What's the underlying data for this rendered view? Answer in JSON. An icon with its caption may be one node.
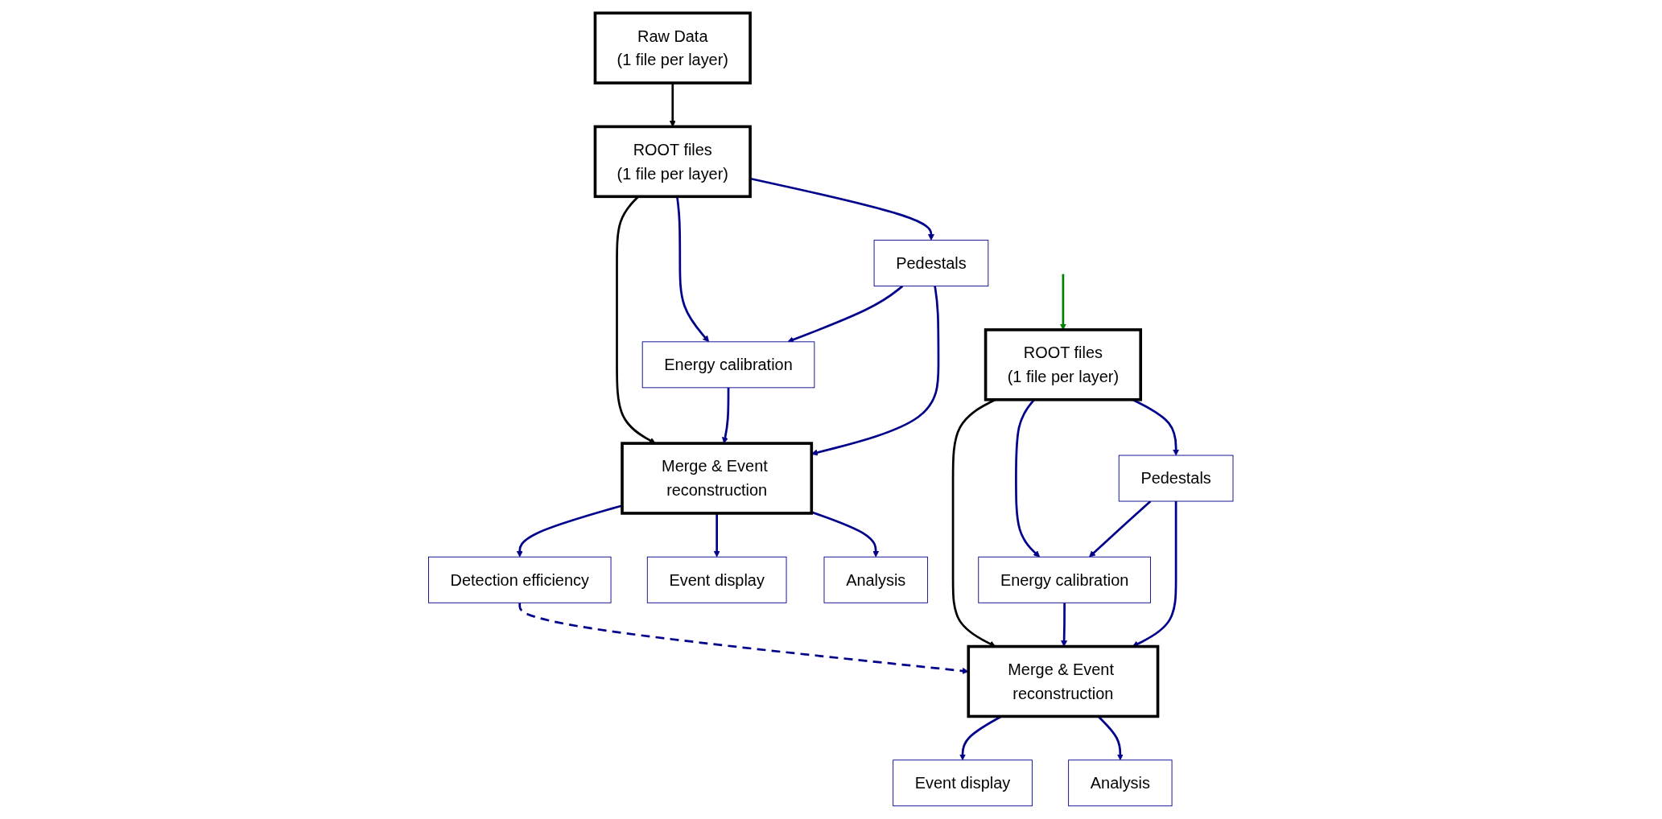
{
  "diagram": {
    "nodes": [
      {
        "text": [
          "Raw Data",
          "(1 file per layer)"
        ]
      },
      {
        "text": [
          "ROOT files",
          "(1 file per layer)"
        ]
      },
      {
        "text": [
          "Pedestals"
        ]
      },
      {
        "text": [
          "Energy calibration"
        ]
      },
      {
        "text": [
          "Merge & Event reconstruction"
        ]
      },
      {
        "text": [
          "Detection efficiency"
        ]
      },
      {
        "text": [
          "Event display"
        ]
      },
      {
        "text": [
          "Analysis"
        ]
      },
      {
        "text": [
          "ROOT files",
          "(1 file per layer)"
        ]
      },
      {
        "text": [
          "Pedestals"
        ]
      },
      {
        "text": [
          "Energy calibration"
        ]
      },
      {
        "text": [
          "Merge & Event reconstruction"
        ]
      },
      {
        "text": [
          "Event display"
        ]
      },
      {
        "text": [
          "Analysis"
        ]
      }
    ],
    "edges": [
      {
        "from": 0,
        "to": 1,
        "arrow": "to",
        "color": "#000000"
      },
      {
        "from": 1,
        "to": 2,
        "arrow": "to"
      },
      {
        "from": 1,
        "to": 3,
        "arrow": "to"
      },
      {
        "from": 2,
        "to": 3,
        "arrow": "to"
      },
      {
        "from": 1,
        "to": 4,
        "arrow": "to",
        "color": "#000000"
      },
      {
        "from": 3,
        "to": 4,
        "arrow": "to"
      },
      {
        "from": 2,
        "to": 4,
        "arrow": "to"
      },
      {
        "from": 4,
        "to": 5,
        "arrow": "to"
      },
      {
        "from": 4,
        "to": 6,
        "arrow": "to"
      },
      {
        "from": 4,
        "to": 7,
        "arrow": "to"
      },
      {
        "from": 5,
        "to": 11,
        "arrow": "to",
        "style": "dashed"
      },
      {
        "from": null,
        "to": 8,
        "arrow": "to",
        "color": "#008000"
      },
      {
        "from": 8,
        "to": 9,
        "arrow": "to"
      },
      {
        "from": 8,
        "to": 10,
        "arrow": "to"
      },
      {
        "from": 9,
        "to": 10,
        "arrow": "to"
      },
      {
        "from": 8,
        "to": 11,
        "arrow": "to",
        "color": "#000000"
      },
      {
        "from": 10,
        "to": 11,
        "arrow": "to"
      },
      {
        "from": 9,
        "to": 11,
        "arrow": "to"
      },
      {
        "from": 11,
        "to": 12,
        "arrow": "to"
      },
      {
        "from": 11,
        "to": 13,
        "arrow": "to"
      }
    ]
  }
}
